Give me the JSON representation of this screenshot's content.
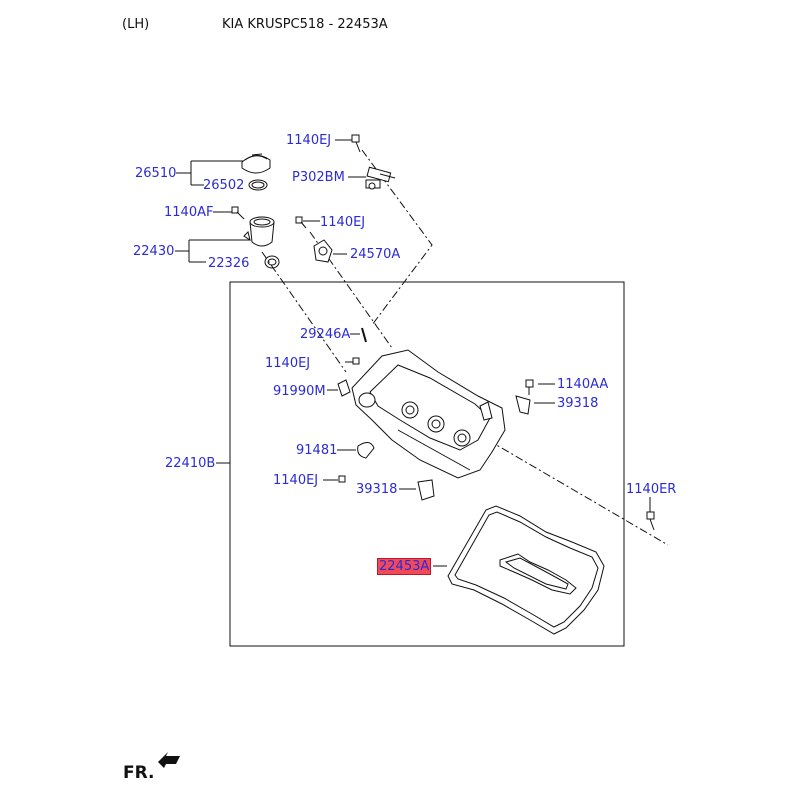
{
  "header": {
    "side": "(LH)",
    "title": "KIA KRUSPC518 - 22453A"
  },
  "footer": {
    "direction_label": "FR."
  },
  "colors": {
    "label": "#2b2bd8",
    "highlight": "#f04a5a",
    "line": "#111111"
  },
  "parts": {
    "p26510": "26510",
    "p26502": "26502",
    "p1140af": "1140AF",
    "p22430": "22430",
    "p22326": "22326",
    "p1140ej_top": "1140EJ",
    "p302bm": "P302BM",
    "p1140ej_mid": "1140EJ",
    "p24570a": "24570A",
    "p29246a": "29246A",
    "p1140ej_left": "1140EJ",
    "p91990m": "91990M",
    "p1140aa": "1140AA",
    "p39318_right": "39318",
    "p22410b": "22410B",
    "p91481": "91481",
    "p1140ej_low": "1140EJ",
    "p39318_low": "39318",
    "p1140er": "1140ER",
    "p22453a": "22453A"
  }
}
